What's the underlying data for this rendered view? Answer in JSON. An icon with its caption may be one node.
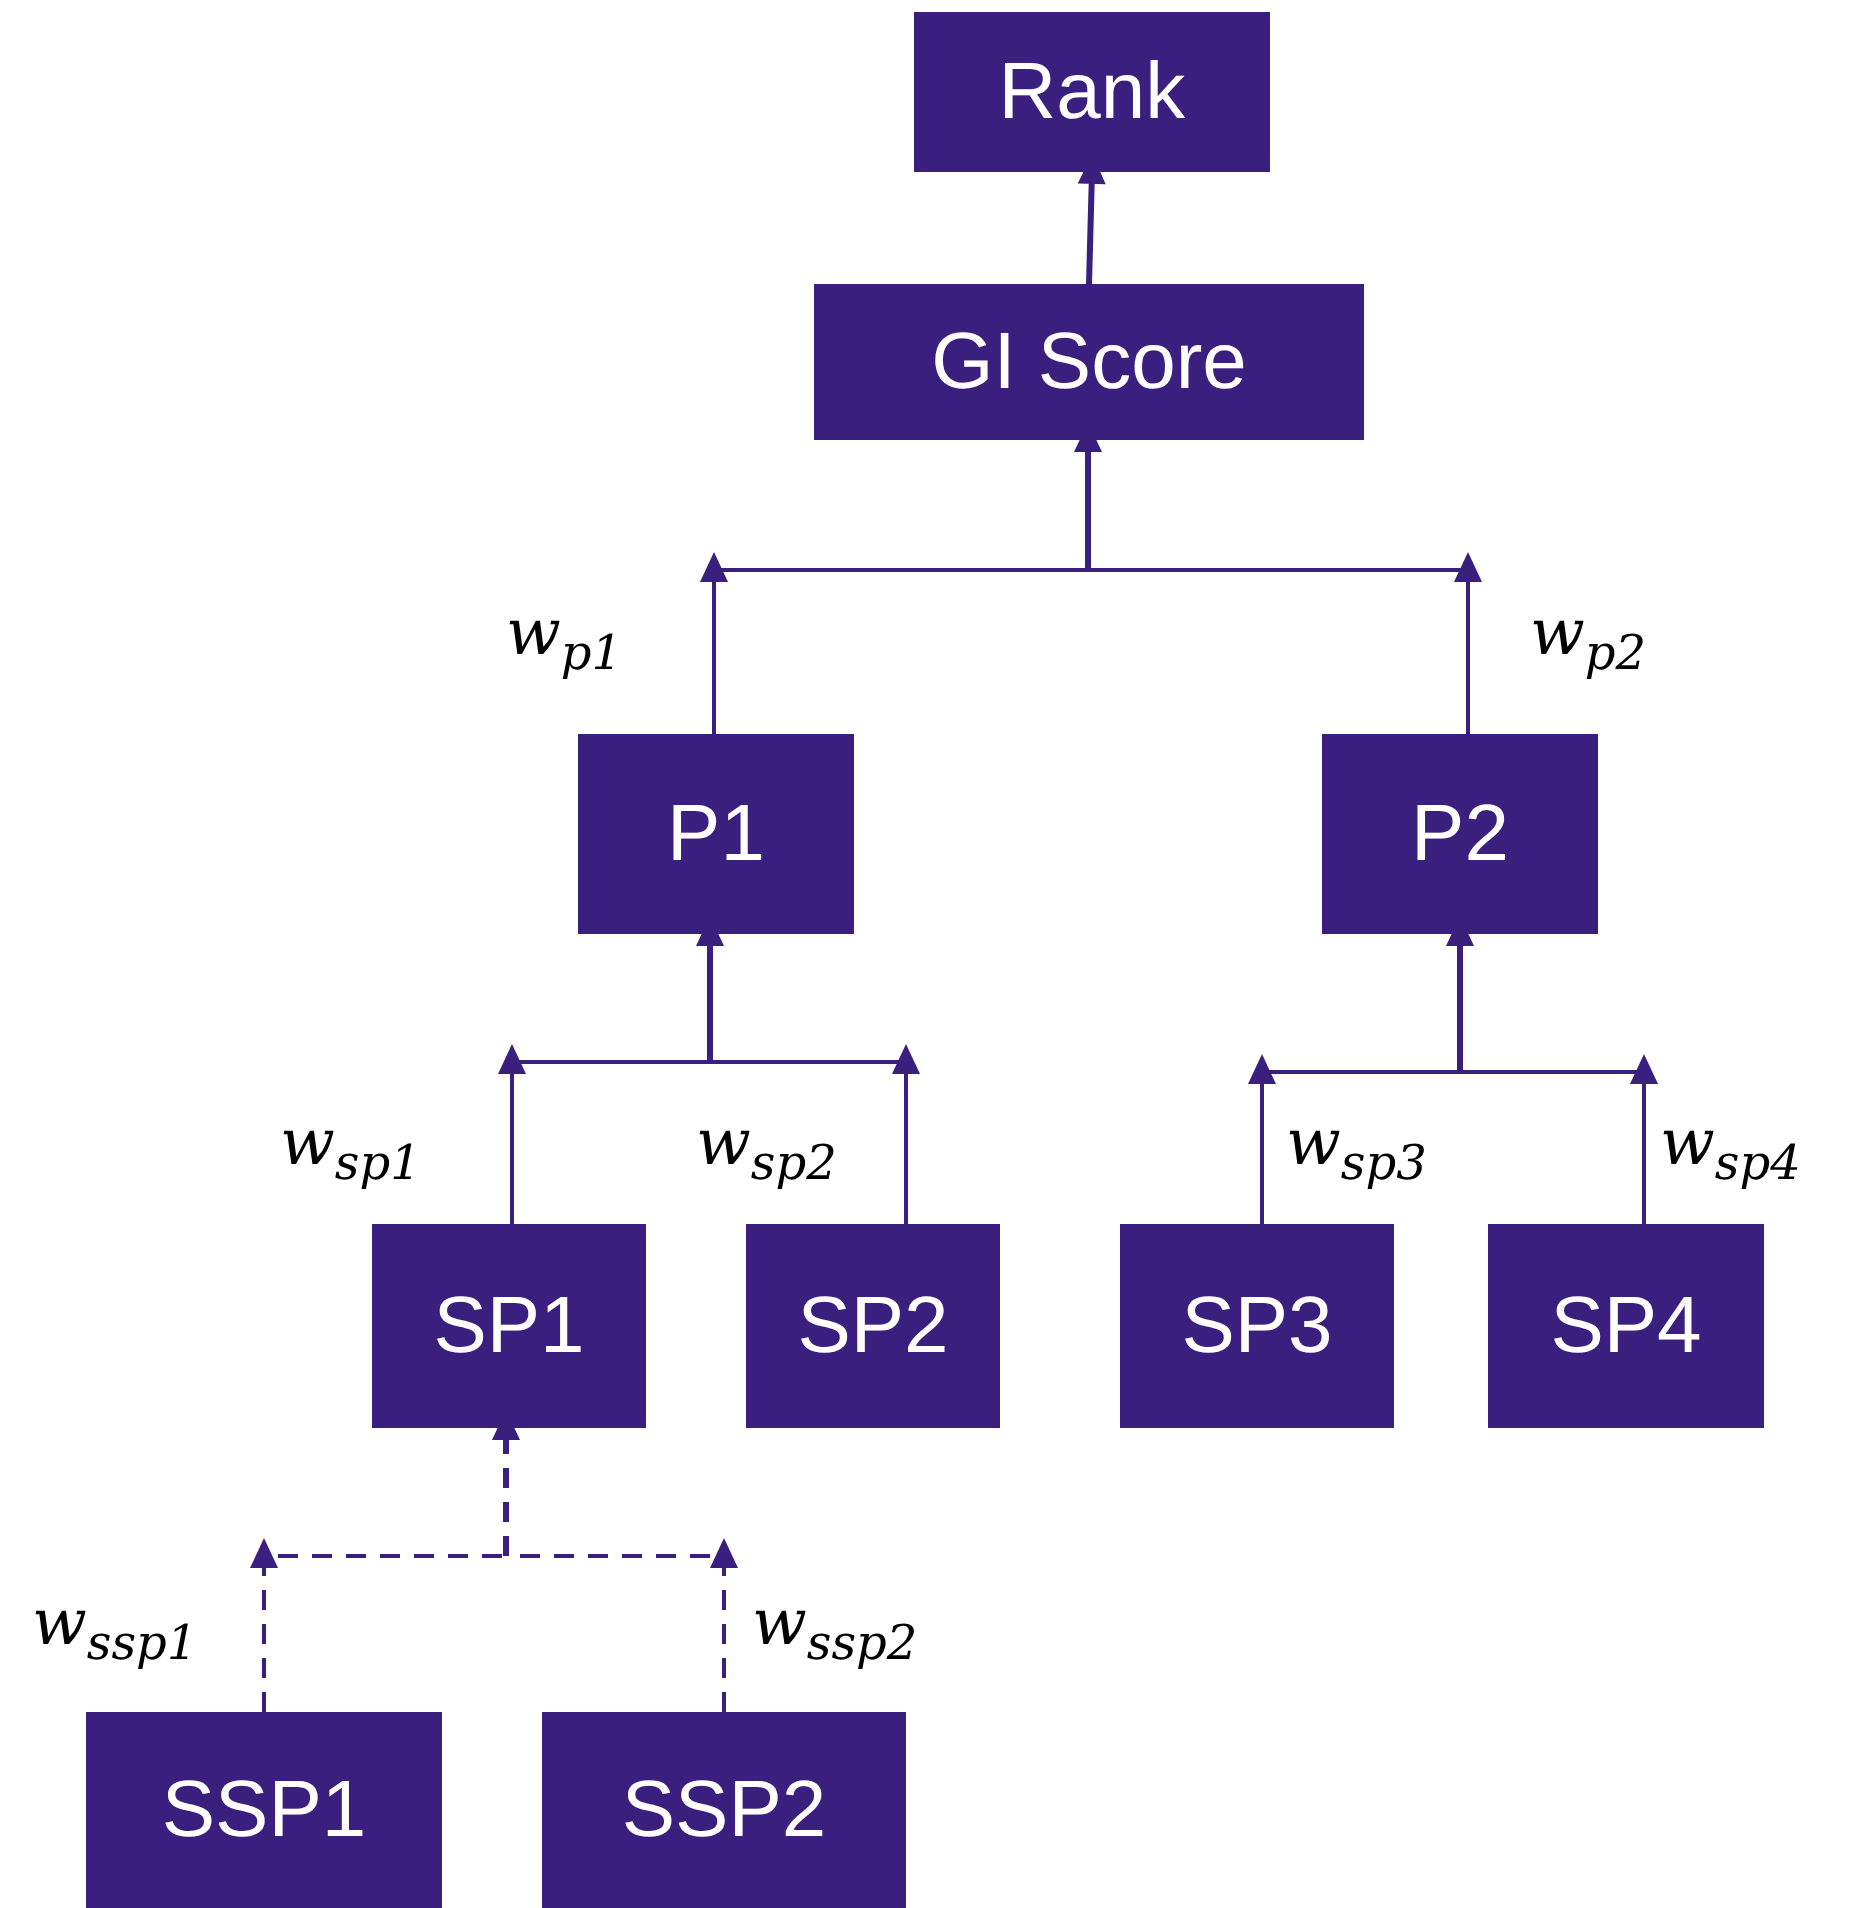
{
  "diagram": {
    "nodes": [
      {
        "text": [
          "Rank"
        ]
      },
      {
        "text": [
          "GI Score"
        ]
      },
      {
        "text": [
          "P1"
        ]
      },
      {
        "text": [
          "P2"
        ]
      },
      {
        "text": [
          "SP1"
        ]
      },
      {
        "text": [
          "SP2"
        ]
      },
      {
        "text": [
          "SP3"
        ]
      },
      {
        "text": [
          "SP4"
        ]
      },
      {
        "text": [
          "SSP1"
        ]
      },
      {
        "text": [
          "SSP2"
        ]
      }
    ],
    "edges": [
      {
        "from": 1,
        "to": 0,
        "arrow": "to"
      },
      {
        "from": 2,
        "to": 1,
        "arrow": "to",
        "label": "w$_{p1}$"
      },
      {
        "from": 3,
        "to": 1,
        "arrow": "to",
        "label": "w$_{p2}$"
      },
      {
        "from": 4,
        "to": 2,
        "arrow": "to",
        "label": "w$_{sp1}$"
      },
      {
        "from": 5,
        "to": 2,
        "arrow": "to",
        "label": "w$_{sp2}$"
      },
      {
        "from": 6,
        "to": 3,
        "arrow": "to",
        "label": "w$_{sp3}$"
      },
      {
        "from": 7,
        "to": 3,
        "arrow": "to",
        "label": "w$_{sp4}$"
      },
      {
        "from": 8,
        "to": 4,
        "arrow": "to",
        "label": "w$_{ssp1}$",
        "style": "dashed"
      },
      {
        "from": 9,
        "to": 4,
        "arrow": "to",
        "label": "w$_{ssp2}$",
        "style": "dashed"
      }
    ]
  }
}
